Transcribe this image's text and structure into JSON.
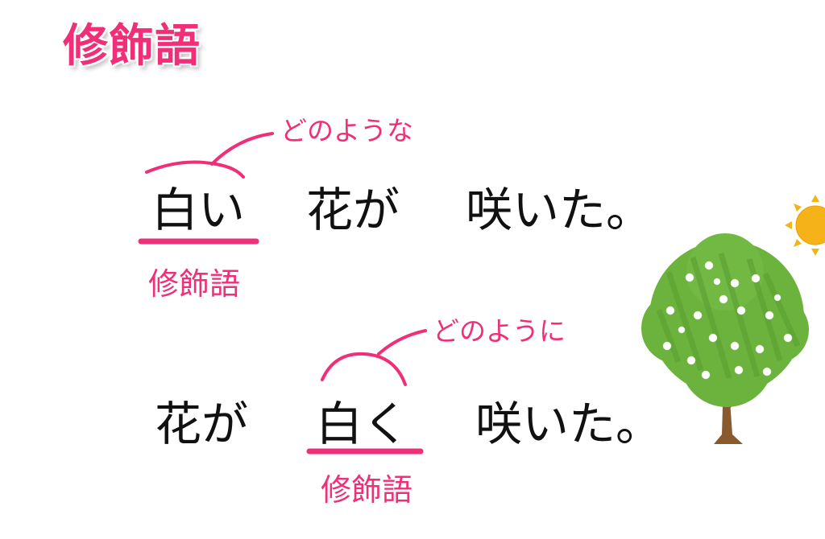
{
  "title": "修飾語",
  "sentence1": {
    "modifier": "白い",
    "noun": "花が",
    "verb": "咲いた。",
    "question": "どのような",
    "label": "修飾語"
  },
  "sentence2": {
    "noun": "花が",
    "modifier": "白く",
    "verb": "咲いた。",
    "question": "どのように",
    "label": "修飾語"
  },
  "colors": {
    "accent": "#ef2f78",
    "text": "#111111"
  },
  "illustrations": [
    "sun-icon",
    "flowering-tree-icon"
  ]
}
